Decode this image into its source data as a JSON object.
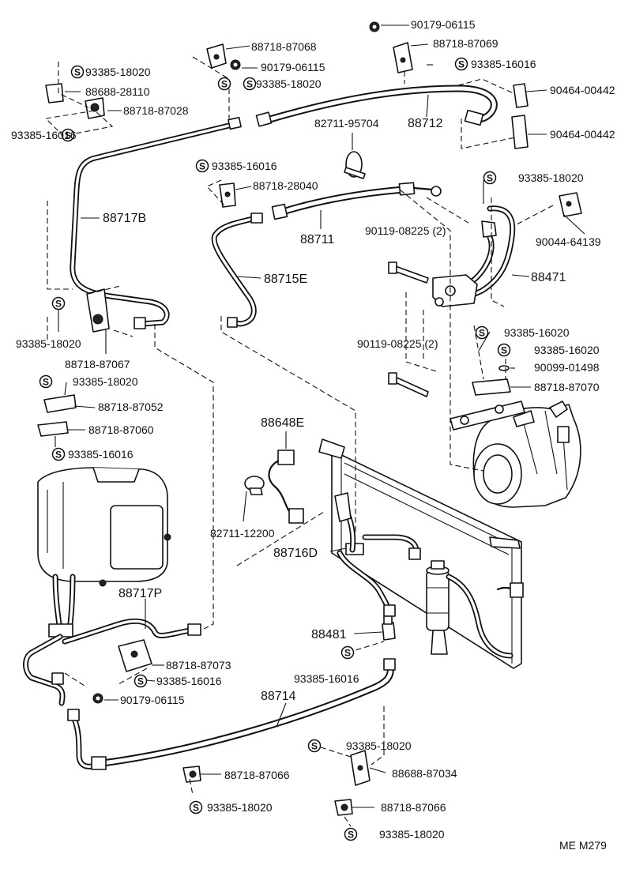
{
  "labels": {
    "p90179_06115_top": "90179-06115",
    "p88718_87068": "88718-87068",
    "p88718_87069": "88718-87069",
    "p93385_18020_a": "93385-18020",
    "p90179_06115_b": "90179-06115",
    "p93385_16016_a": "93385-16016",
    "p88688_28110": "88688-28110",
    "p93385_18020_b": "93385-18020",
    "p90464_00442_a": "90464-00442",
    "p88718_87028": "88718-87028",
    "p88712": "88712",
    "p82711_95704": "82711-95704",
    "p93385_16016_b": "93385-16016",
    "p90464_00442_b": "90464-00442",
    "p93385_16016_c": "93385-16016",
    "p93385_18020_c": "93385-18020",
    "p88718_28040": "88718-28040",
    "p88717B": "88717B",
    "p88711": "88711",
    "p90119_08225_a": "90119-08225 (2)",
    "p90044_64139": "90044-64139",
    "p88471": "88471",
    "p88715E": "88715E",
    "p93385_16020_a": "93385-16020",
    "p93385_18020_d": "93385-18020",
    "p90119_08225_b": "90119-08225 (2)",
    "p93385_16020_b": "93385-16020",
    "p88718_87067": "88718-87067",
    "p90099_01498": "90099-01498",
    "p93385_18020_e": "93385-18020",
    "p88718_87070": "88718-87070",
    "p88718_87052": "88718-87052",
    "p88718_87060": "88718-87060",
    "p88648E": "88648E",
    "p93385_16016_d": "93385-16016",
    "p82711_12200": "82711-12200",
    "p88716D": "88716D",
    "p88717P": "88717P",
    "p88481": "88481",
    "p88718_87073": "88718-87073",
    "p93385_16016_e": "93385-16016",
    "p93385_16016_f": "93385-16016",
    "p90179_06115_c": "90179-06115",
    "p88714": "88714",
    "p93385_18020_f": "93385-18020",
    "p88688_87034": "88688-87034",
    "p88718_87066_a": "88718-87066",
    "p88718_87066_b": "88718-87066",
    "p93385_18020_g": "93385-18020",
    "p93385_18020_h": "93385-18020",
    "ref": "ME M279"
  },
  "symbol": "S"
}
